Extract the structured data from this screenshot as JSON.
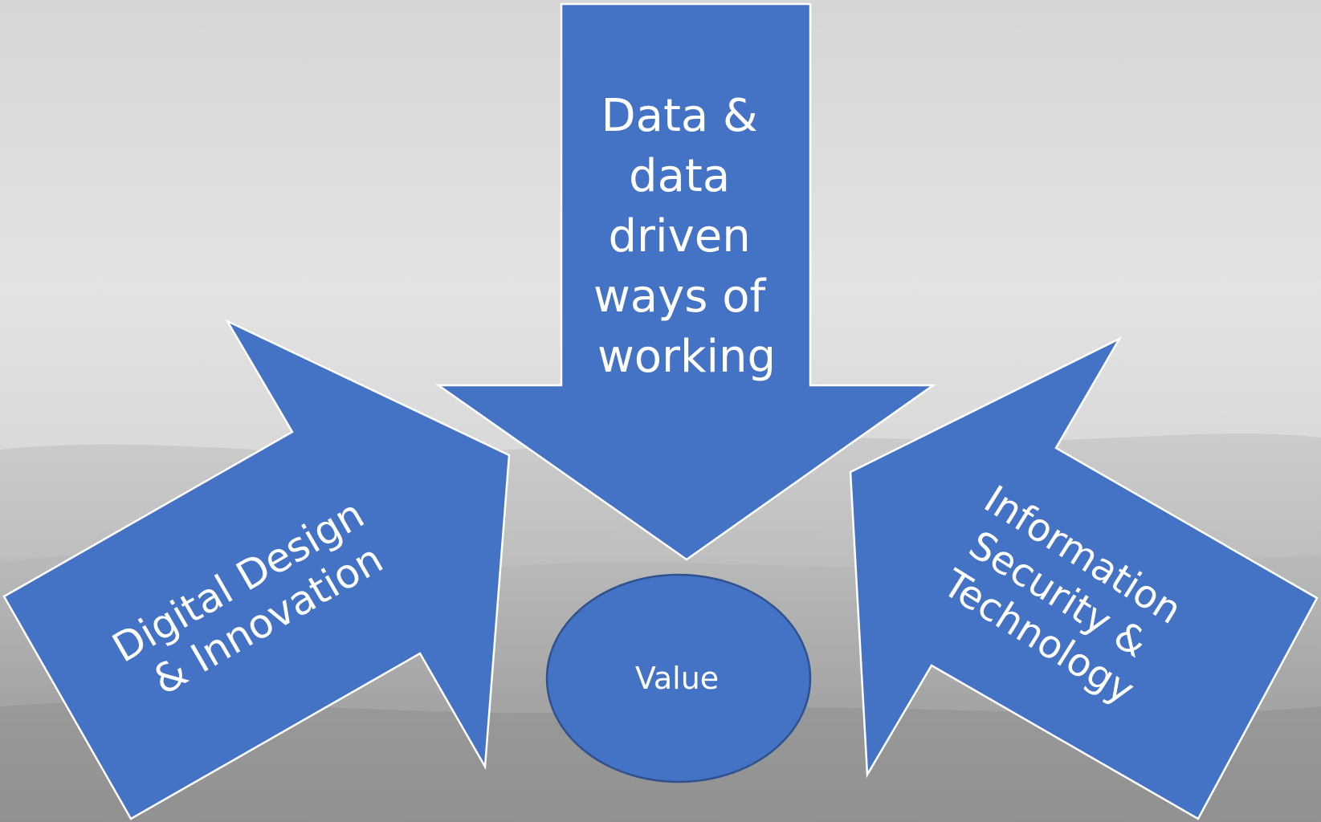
{
  "diagram": {
    "arrows": {
      "top": {
        "lines": [
          "Data &",
          "data",
          "driven",
          "ways of",
          "working"
        ]
      },
      "left": {
        "lines": [
          "Digital Design",
          "& Innovation"
        ]
      },
      "right": {
        "lines": [
          "Information",
          "Security &",
          "Technology"
        ]
      }
    },
    "center": {
      "label": "Value"
    }
  },
  "colors": {
    "shape_fill": "#4472C4",
    "shape_outline": "#ffffff",
    "ellipse_outline": "#2f528f",
    "text": "#ffffff"
  }
}
